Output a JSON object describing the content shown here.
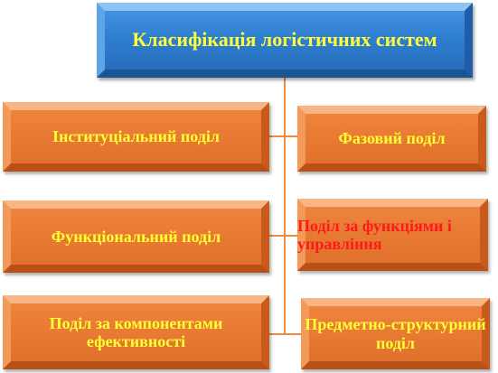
{
  "diagram": {
    "root": {
      "label": "Класифікація логістичних систем"
    },
    "nodes": [
      {
        "id": "left-1",
        "label": "Інституціальний  поділ"
      },
      {
        "id": "right-1",
        "label": "Фазовий поділ"
      },
      {
        "id": "left-2",
        "label": "Функціональний поділ"
      },
      {
        "id": "right-2",
        "label": "Поділ за функціями і управління"
      },
      {
        "id": "left-3",
        "label": "Поділ за компонентами ефективності"
      },
      {
        "id": "right-3",
        "label": "Предметно-структурний поділ"
      }
    ]
  },
  "colors": {
    "root_fill": "#2f7fd2",
    "root_text": "#ffff3a",
    "node_fill": "#e87a33",
    "node_text": "#ffff33",
    "highlight_text": "#ff1a1a",
    "connector": "#f08a40"
  }
}
